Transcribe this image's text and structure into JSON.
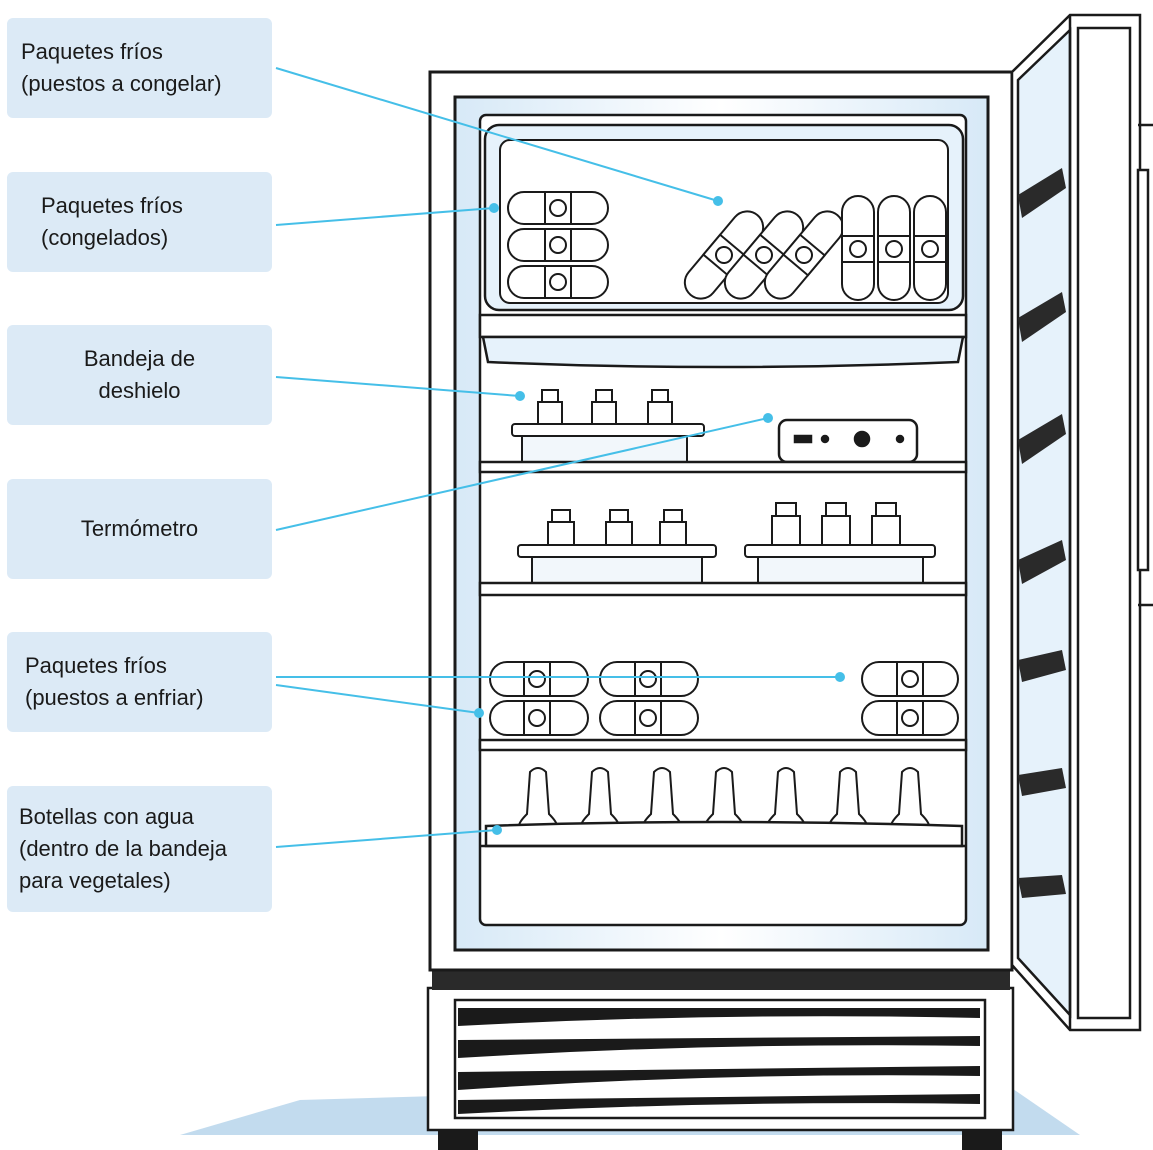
{
  "labels": {
    "cold_packs_to_freeze": [
      "Paquetes fríos",
      "(puestos a congelar)"
    ],
    "cold_packs_frozen": [
      "Paquetes fríos",
      "(congelados)"
    ],
    "defrost_tray": [
      "Bandeja de",
      "deshielo"
    ],
    "thermometer": [
      "Termómetro"
    ],
    "cold_packs_to_cool": [
      "Paquetes fríos",
      "(puestos a enfriar)"
    ],
    "water_bottles": [
      "Botellas con agua",
      "(dentro de la bandeja",
      "para vegetales)"
    ]
  },
  "colors": {
    "label_background": "#dceaf6",
    "leader_line": "#45bfe8",
    "outline": "#1a1a1a",
    "interior_tint": "#e6f2fb",
    "floor_shadow": "#8fbde0"
  }
}
